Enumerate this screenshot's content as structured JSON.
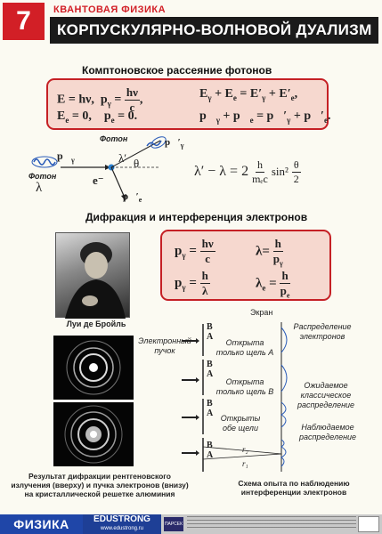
{
  "header": {
    "number": "7",
    "topic": "КВАНТОВАЯ ФИЗИКА",
    "title": "КОРПУСКУЛЯРНО-ВОЛНОВОЙ ДУАЛИЗМ"
  },
  "compton": {
    "heading": "Комптоновское рассеяние фотонов",
    "eq1a": "E = hν,",
    "eq1b_lhs": "p",
    "eq1b_sub": "γ",
    "eq1b_num": "hν",
    "eq1b_den": "c",
    "eq1c": "E",
    "eq2a": "E",
    "eq2b": "p",
    "eq2c": "p⃗",
    "diagram": {
      "photon_top": "Фотон",
      "photon_left": "Фотон",
      "lambda": "λ",
      "lambda_prime": "λ′",
      "theta": "θ",
      "electron": "e⁻",
      "p_label": "p⃗",
      "pgamma_prime": "p⃗′",
      "pe_prime": "p⃗′"
    },
    "formula": {
      "lhs": "λ′ − λ = 2",
      "num": "h",
      "den": "mₑc",
      "sin": "sin²",
      "theta_num": "θ",
      "theta_den": "2"
    }
  },
  "diffraction": {
    "heading": "Дифракция и интерференция электронов",
    "photo_caption": "Луи де Бройль",
    "rings_caption": "Результат дифракции рентгеновского излучения (вверху) и пучка электронов (внизу) на кристаллической решетке алюминия",
    "scheme": {
      "screen": "Экран",
      "beam": "Электронный пучок",
      "distribution": "Распределение электронов",
      "only_a": "Открыта только щель A",
      "only_b": "Открыта только щель B",
      "both": "Открыты обе щели",
      "classical": "Ожидаемое классическое распределение",
      "observed": "Наблюдаемое распределение",
      "slit_b": "B",
      "slit_a": "A",
      "r1": "r₁",
      "r2": "r₂",
      "caption": "Схема опыта по наблюдению интерференции электронов"
    }
  },
  "footer": {
    "brand": "ФИЗИКА",
    "site_name": "EDUSTRONG",
    "site_url": "www.edustrong.ru",
    "publisher": "ПАРСЕК"
  }
}
